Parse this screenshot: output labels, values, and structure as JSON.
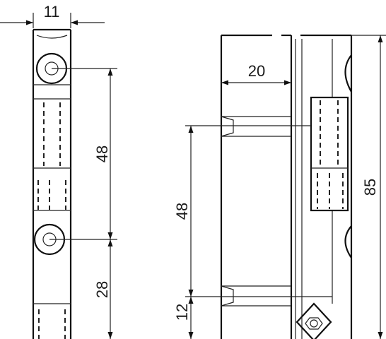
{
  "dimensions": {
    "width_front": "11",
    "hole_spacing_front": "48",
    "bottom_offset_front": "28",
    "depth_side": "20",
    "hole_spacing_side": "48",
    "bottom_offset_side": "12",
    "total_height": "85"
  }
}
